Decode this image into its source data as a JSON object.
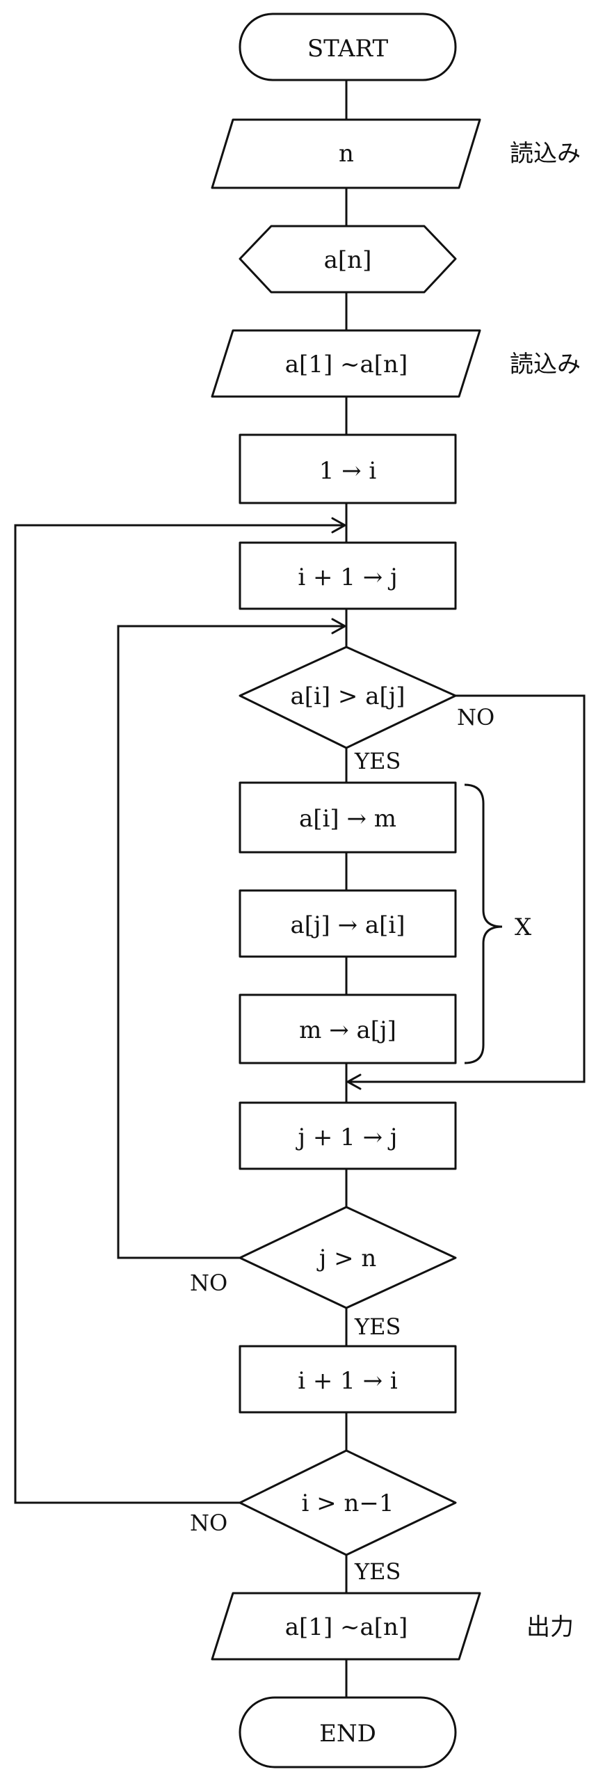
{
  "nodes": {
    "start": "START",
    "input_n": "n",
    "declare_array": "a[n]",
    "input_array": "a[1] ~a[n]",
    "init_i": "1 → i",
    "init_j": "i + 1 → j",
    "compare": "a[i] > a[j]",
    "swap_1": "a[i] → m",
    "swap_2": "a[j] → a[i]",
    "swap_3": "m → a[j]",
    "inc_j": "j + 1 → j",
    "check_j": "j > n",
    "inc_i": "i + 1 → i",
    "check_i": "i > n−1",
    "output_array": "a[1] ~a[n]",
    "end": "END"
  },
  "side_notes": {
    "read_n": "読込み",
    "read_array": "読込み",
    "output": "出力",
    "bracket_label": "X"
  },
  "branch_labels": {
    "compare_yes": "YES",
    "compare_no": "NO",
    "check_j_yes": "YES",
    "check_j_no": "NO",
    "check_i_yes": "YES",
    "check_i_no": "NO"
  }
}
